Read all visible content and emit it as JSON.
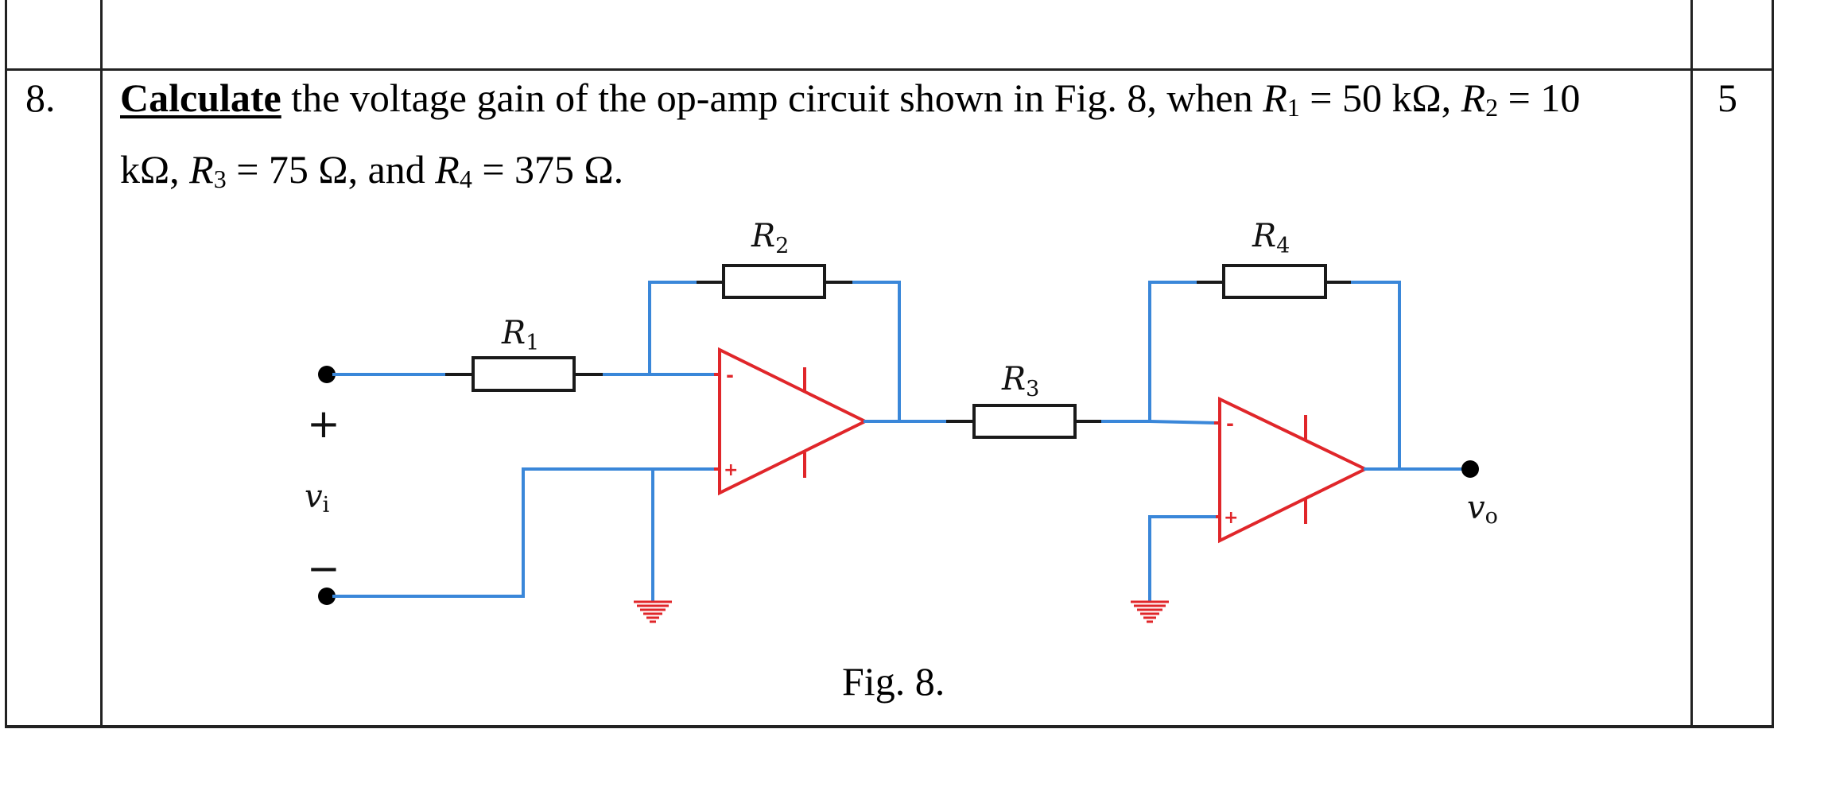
{
  "question": {
    "number": "8.",
    "marks": "5",
    "instruction_verb": "Calculate",
    "line1_rest": " the voltage gain of the op-amp circuit shown in Fig. 8, when ",
    "r1_symbol": "R",
    "r1_sub": "1",
    "r1_value": " = 50 kΩ, ",
    "r2_symbol": "R",
    "r2_sub": "2",
    "r2_value_line1": " = 10",
    "r2_value_line2": "kΩ, ",
    "r3_symbol": "R",
    "r3_sub": "3",
    "r3_value": " = 75 Ω, and ",
    "r4_symbol": "R",
    "r4_sub": "4",
    "r4_value": " = 375 Ω."
  },
  "figure": {
    "caption": "Fig. 8.",
    "labels": {
      "r1": {
        "main": "R",
        "sub": "1"
      },
      "r2": {
        "main": "R",
        "sub": "2"
      },
      "r3": {
        "main": "R",
        "sub": "3"
      },
      "r4": {
        "main": "R",
        "sub": "4"
      },
      "vin": {
        "main": "v",
        "sub": "i"
      },
      "vout": {
        "main": "v",
        "sub": "o"
      },
      "plus": "+",
      "minus": "−",
      "inv_input": "-",
      "noninv_input": "+"
    },
    "components": [
      {
        "id": "R1",
        "type": "resistor",
        "value": "50 kΩ"
      },
      {
        "id": "R2",
        "type": "resistor",
        "value": "10 kΩ"
      },
      {
        "id": "R3",
        "type": "resistor",
        "value": "75 Ω"
      },
      {
        "id": "R4",
        "type": "resistor",
        "value": "375 Ω"
      },
      {
        "id": "U1",
        "type": "op-amp",
        "configuration": "inverting"
      },
      {
        "id": "U2",
        "type": "op-amp",
        "configuration": "inverting"
      }
    ],
    "colors": {
      "wire": "#3a87d9",
      "opamp": "#e0262a",
      "resistor": "#1a1a1a"
    }
  }
}
